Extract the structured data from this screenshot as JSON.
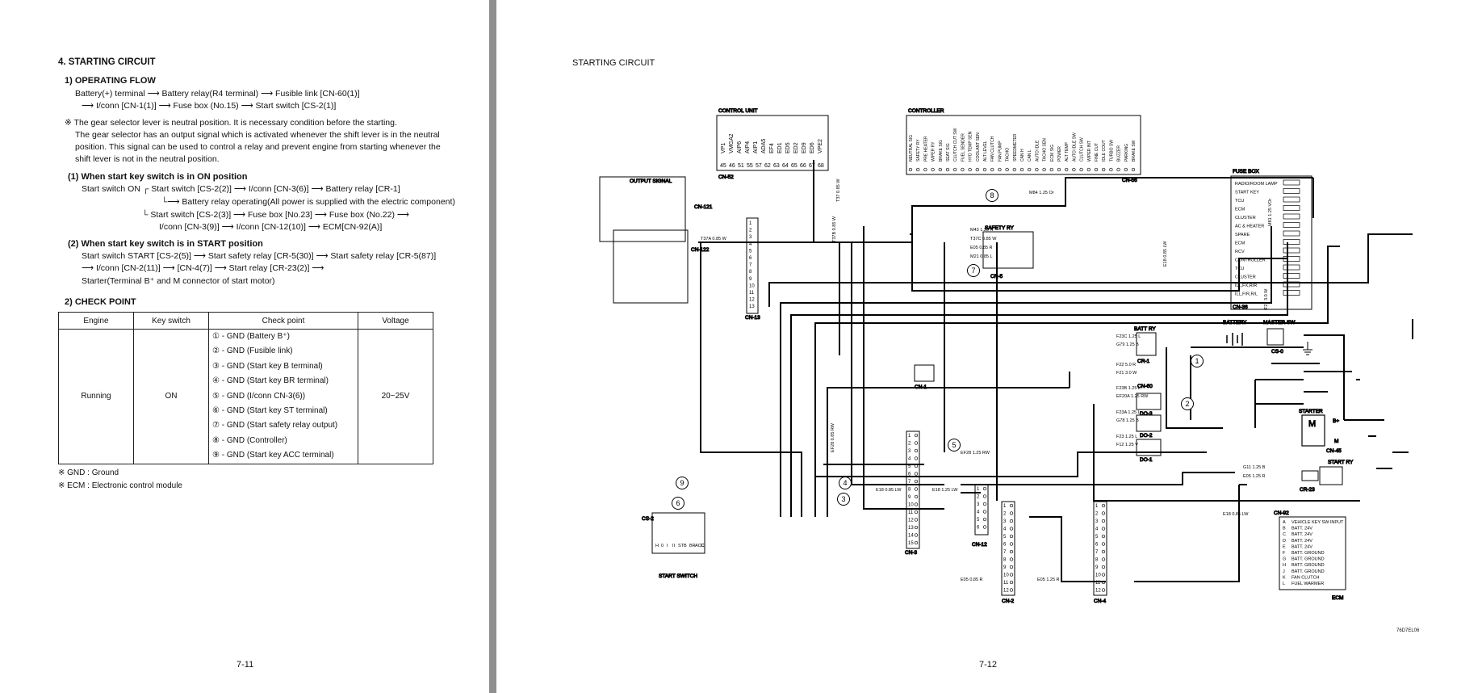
{
  "left": {
    "section_title": "4. STARTING CIRCUIT",
    "operating_flow_title": "1) OPERATING FLOW",
    "flow_lines": [
      "Battery(+) terminal ⟶ Battery relay(R4 terminal) ⟶ Fusible link [CN-60(1)]",
      "⟶ I/conn [CN-1(1)] ⟶ Fuse box (No.15) ⟶ Start switch [CS-2(1)]"
    ],
    "note_lines": [
      "※ The gear selector lever is neutral position.  It is necessary condition before the starting.",
      "The gear selector has an output signal which is activated whenever the shift lever is in the neutral",
      "position.   This signal can be used to control a relay and prevent engine from starting whenever the",
      "shift lever is not in the neutral position."
    ],
    "on_title": "(1) When start key switch is in ON position",
    "on_lines": [
      "Start switch ON ┌ Start switch [CS-2(2)] ⟶ I/conn [CN-3(6)] ⟶ Battery relay [CR-1]",
      "└⟶ Battery relay operating(All power is supplied with the electric component)",
      "└ Start switch [CS-2(3)] ⟶ Fuse box [No.23] ⟶ Fuse box (No.22) ⟶",
      "I/conn [CN-3(9)] ⟶ I/conn [CN-12(10)] ⟶ ECM[CN-92(A)]"
    ],
    "start_title": "(2) When start key switch is in START position",
    "start_lines": [
      "Start switch START [CS-2(5)] ⟶ Start safety relay [CR-5(30)] ⟶ Start safety relay [CR-5(87)]",
      "⟶ I/conn [CN-2(11)] ⟶ [CN-4(7)] ⟶ Start relay [CR-23(2)] ⟶",
      "Starter(Terminal B⁺ and M connector of start motor)"
    ],
    "check_title": "2) CHECK POINT",
    "table": {
      "headers": [
        "Engine",
        "Key switch",
        "Check point",
        "Voltage"
      ],
      "engine": "Running",
      "key": "ON",
      "voltage": "20~25V",
      "points": [
        "① - GND (Battery B⁺)",
        "② - GND (Fusible link)",
        "③ - GND (Start key B terminal)",
        "④ - GND (Start key BR terminal)",
        "⑤ - GND (I/conn CN-3(6))",
        "⑥ - GND (Start key ST terminal)",
        "⑦ - GND (Start safety relay output)",
        "⑧ - GND (Controller)",
        "⑨ - GND (Start key ACC terminal)"
      ]
    },
    "footnotes": [
      "※ GND : Ground",
      "※ ECM : Electronic control module"
    ],
    "page_number": "7-11"
  },
  "right": {
    "title": "STARTING CIRCUIT",
    "page_number": "7-12",
    "drawing_code": "76D7EL06",
    "labels": {
      "control_unit": "CONTROL UNIT",
      "cn52": "CN-52",
      "controller": "CONTROLLER",
      "cn56": "CN-56",
      "fuse_box": "FUSE BOX",
      "cn36": "CN-36",
      "output_signal": "OUTPUT SIGNAL",
      "cn121": "CN-121",
      "cn122": "CN-122",
      "cn13": "CN-13",
      "safety_ry": "SAFETY RY",
      "cr5": "CR-5",
      "battery": "BATTERY",
      "master_sw": "MASTER SW",
      "cs0": "CS-0",
      "batt_ry": "BATT RY",
      "cr1": "CR-1",
      "cn60": "CN-60",
      "cn1": "CN-1",
      "do1": "DO-1",
      "do2": "DO-2",
      "do3": "DO-3",
      "starter": "STARTER",
      "cn45": "CN-45",
      "start_ry": "START RY",
      "cr23": "CR-23",
      "cn92": "CN-92",
      "ecm": "ECM",
      "cn3": "CN-3",
      "cn12": "CN-12",
      "cn2": "CN-2",
      "cn4": "CN-4",
      "start_switch": "START SWITCH",
      "cs2": "CS-2"
    },
    "control_unit_pins": [
      "VP1",
      "VMGA2",
      "AIP6",
      "AIP4",
      "AIP1",
      "ADA5",
      "EF4",
      "ED1",
      "ED5",
      "ED2",
      "ED9",
      "ED6",
      "VPE2"
    ],
    "control_unit_nums": [
      "45",
      "46",
      "51",
      "55",
      "57",
      "62",
      "63",
      "64",
      "65",
      "66",
      "67",
      "68"
    ],
    "controller_pins": [
      "NEUTRAL SIG",
      "SAFETY RY",
      "PRE HEATER",
      "WIPER RY",
      "BRAKE SIG",
      "SEAT SIG",
      "CLUTCH CUT SW",
      "FUEL SENDER",
      "HYD TEMP SEN",
      "COOLANT SEN",
      "ALT LEVEL",
      "FAN CLUTCH",
      "FAN PUMP",
      "TACHO",
      "SPEEDMETER",
      "CAN H",
      "CAN L",
      "AUTO IDLE",
      "TACHO SEN",
      "ECM SIG",
      "POWER",
      "ALT TEMP",
      "AUTO IDLE SW",
      "CLUTCH SW",
      "WIPER INT",
      "FINE CUT",
      "IDLE COUT",
      "TURBO SW",
      "BUZZER",
      "PARKING",
      "BRAKE SW"
    ],
    "fuse_items": [
      "RADIO/ROOM LAMP",
      "START KEY",
      "TCU",
      "ECM",
      "CLUSTER",
      "AC & HEATER",
      "SPARE",
      "ECM",
      "RCV",
      "CONTROLLER",
      "TCU",
      "CLUSTER",
      "ILL,FX,R/R",
      "ILL,F/R,R/L"
    ],
    "ecm_rows": [
      {
        "pin": "A",
        "name": "VEHICLE KEY SW INPUT"
      },
      {
        "pin": "B",
        "name": "BATT. 24V"
      },
      {
        "pin": "C",
        "name": "BATT. 24V"
      },
      {
        "pin": "D",
        "name": "BATT. 24V"
      },
      {
        "pin": "E",
        "name": "BATT. 24V"
      },
      {
        "pin": "F",
        "name": "BATT. GROUND"
      },
      {
        "pin": "G",
        "name": "BATT. GROUND"
      },
      {
        "pin": "H",
        "name": "BATT. GROUND"
      },
      {
        "pin": "J",
        "name": "BATT. GROUND"
      },
      {
        "pin": "K",
        "name": "FAN CLUTCH"
      },
      {
        "pin": "L",
        "name": "FUEL WARMER"
      }
    ],
    "wire_labels": [
      "T37A 0.85 W",
      "T37 0.85 W",
      "M43 1.25 R",
      "T37C 0.85 W",
      "E05 0.85 R",
      "M21 0.85 L",
      "M84 1.25 Or",
      "M81 1.25 VOr",
      "F21 3.0 W",
      "E18 0.85 LW",
      "F23C 1.25 L",
      "G79 1.25 B",
      "F22 5.0 R",
      "F21 3.0 W",
      "F23B 1.25 L",
      "EF20A 1.25 RW",
      "F23A 1.25 L",
      "G78 1.25 B",
      "F23 1.25 L",
      "F12 1.25 V",
      "EF28 1.25 RW",
      "G11 1.25 B",
      "E05 1.25 R",
      "E18 0.85 LW",
      "E05 0.85 R",
      "E05 1.25 R",
      "T37B 0.85 W",
      "EF28 0.85 RW",
      "E18 0.85 LW",
      "E18 1.25 LW"
    ],
    "callouts": [
      "1",
      "2",
      "3",
      "4",
      "5",
      "6",
      "7",
      "8",
      "9"
    ],
    "switch_terms": [
      "H",
      "0",
      "I",
      "II",
      "ST",
      "B",
      "BR",
      "ACC",
      "C"
    ]
  }
}
